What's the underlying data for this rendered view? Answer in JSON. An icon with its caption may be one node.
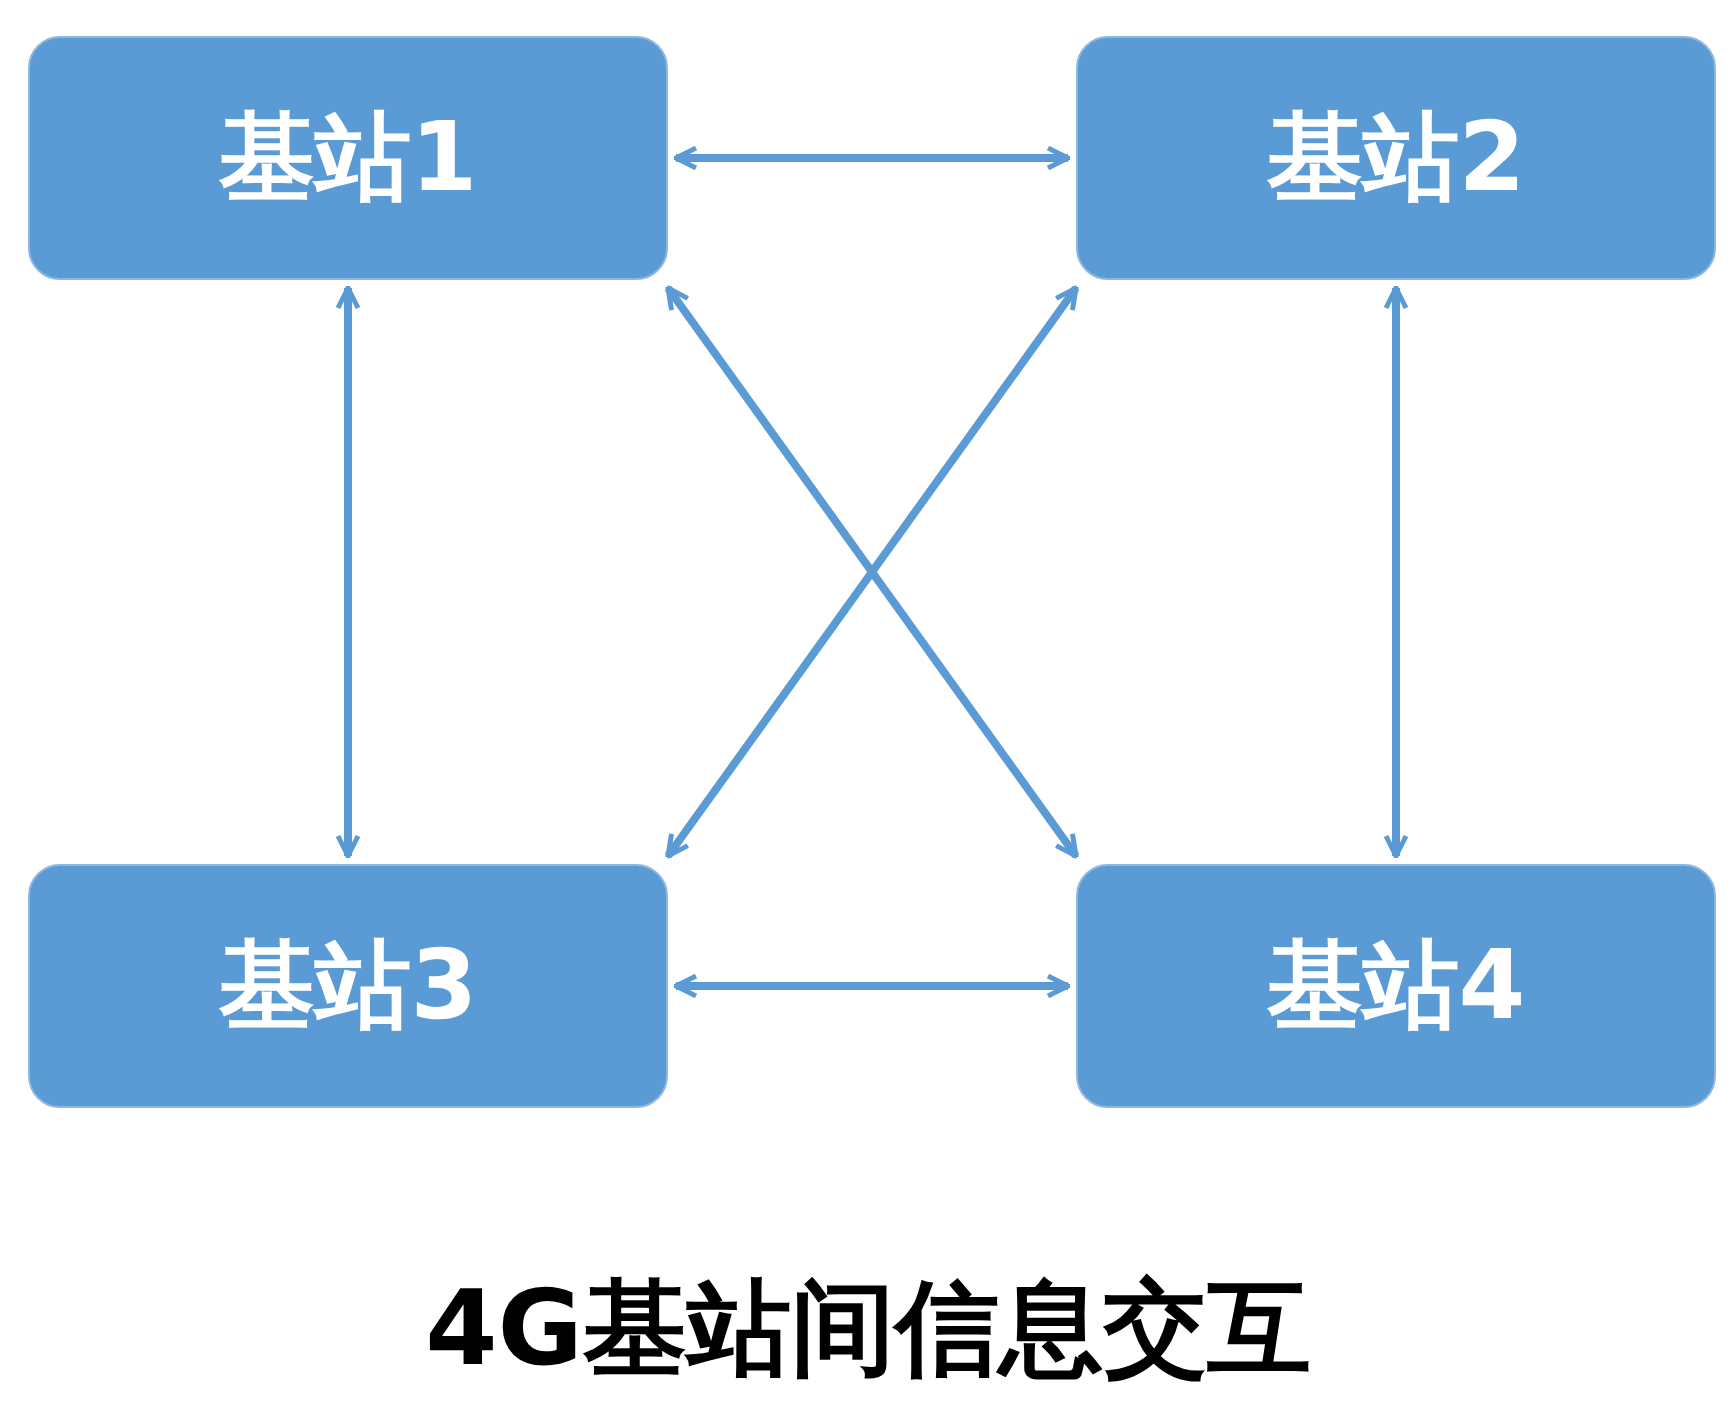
{
  "diagram": {
    "caption": "4G基站间信息交互",
    "nodes": [
      {
        "text": [
          "基站1"
        ]
      },
      {
        "text": [
          "基站2"
        ]
      },
      {
        "text": [
          "基站3"
        ]
      },
      {
        "text": [
          "基站4"
        ]
      }
    ],
    "edges": [
      {
        "from": 0,
        "to": 1,
        "arrow": "both"
      },
      {
        "from": 0,
        "to": 2,
        "arrow": "both"
      },
      {
        "from": 0,
        "to": 3,
        "arrow": "both"
      },
      {
        "from": 1,
        "to": 2,
        "arrow": "both"
      },
      {
        "from": 1,
        "to": 3,
        "arrow": "both"
      },
      {
        "from": 2,
        "to": 3,
        "arrow": "both"
      }
    ]
  }
}
